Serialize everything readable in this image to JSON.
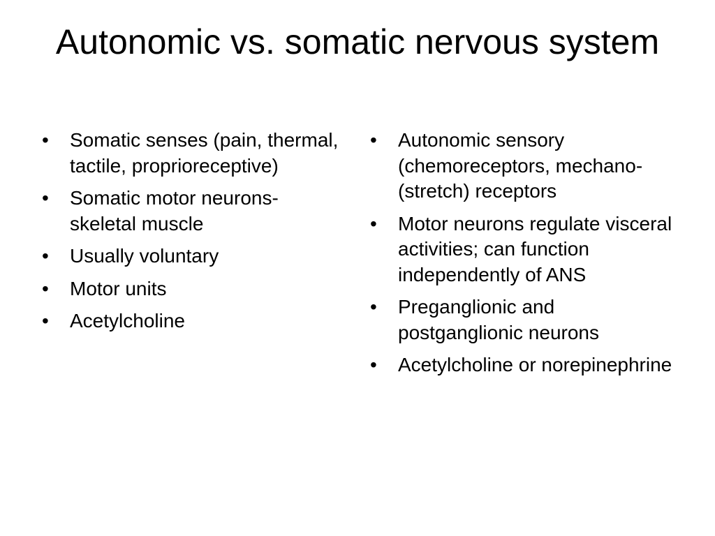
{
  "slide": {
    "title": "Autonomic vs. somatic nervous system",
    "left_items": [
      "Somatic senses (pain, thermal, tactile, proprioreceptive)",
      "Somatic motor neurons- skeletal muscle",
      "Usually voluntary",
      "Motor units",
      "Acetylcholine"
    ],
    "right_items": [
      "Autonomic sensory (chemoreceptors, mechano- (stretch) receptors",
      "Motor neurons regulate visceral activities; can function independently of ANS",
      "Preganglionic and postganglionic neurons",
      "Acetylcholine or norepinephrine"
    ],
    "bullet_symbol": "•"
  }
}
